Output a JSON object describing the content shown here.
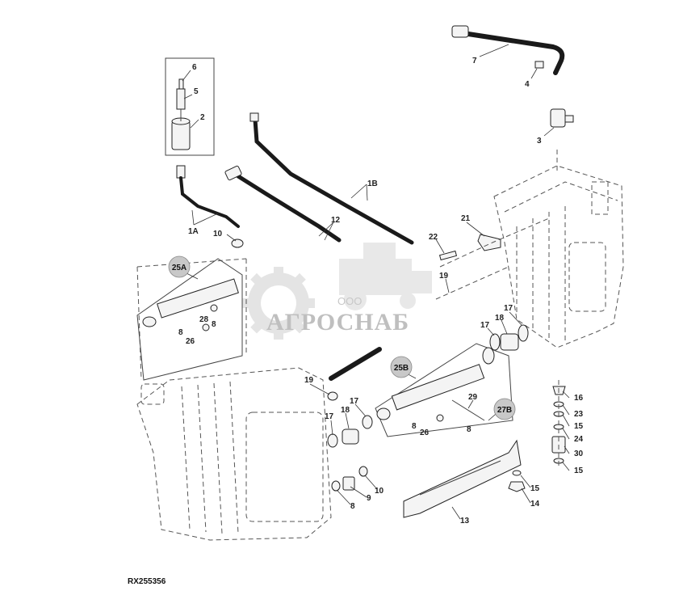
{
  "diagram": {
    "reference_code": "RX255356",
    "watermark": {
      "small_text": "ООО",
      "brand_text": "АГРОСНАБ"
    },
    "callouts": [
      {
        "id": "c6",
        "text": "6"
      },
      {
        "id": "c5",
        "text": "5"
      },
      {
        "id": "c2",
        "text": "2"
      },
      {
        "id": "c1A",
        "text": "1A"
      },
      {
        "id": "c10a",
        "text": "10"
      },
      {
        "id": "c7",
        "text": "7"
      },
      {
        "id": "c4",
        "text": "4"
      },
      {
        "id": "c3",
        "text": "3"
      },
      {
        "id": "c1B",
        "text": "1B"
      },
      {
        "id": "c12",
        "text": "12"
      },
      {
        "id": "c21",
        "text": "21"
      },
      {
        "id": "c22",
        "text": "22"
      },
      {
        "id": "c19a",
        "text": "19"
      },
      {
        "id": "c17a",
        "text": "17"
      },
      {
        "id": "c18a",
        "text": "18"
      },
      {
        "id": "c17b",
        "text": "17"
      },
      {
        "id": "c28",
        "text": "28"
      },
      {
        "id": "c8a",
        "text": "8"
      },
      {
        "id": "c8b",
        "text": "8"
      },
      {
        "id": "c26a",
        "text": "26"
      },
      {
        "id": "c19b",
        "text": "19"
      },
      {
        "id": "c17c",
        "text": "17"
      },
      {
        "id": "c18b",
        "text": "18"
      },
      {
        "id": "c17d",
        "text": "17"
      },
      {
        "id": "c29",
        "text": "29"
      },
      {
        "id": "c8c",
        "text": "8"
      },
      {
        "id": "c26b",
        "text": "26"
      },
      {
        "id": "c8d",
        "text": "8"
      },
      {
        "id": "c16",
        "text": "16"
      },
      {
        "id": "c23",
        "text": "23"
      },
      {
        "id": "c15a",
        "text": "15"
      },
      {
        "id": "c24",
        "text": "24"
      },
      {
        "id": "c30",
        "text": "30"
      },
      {
        "id": "c15b",
        "text": "15"
      },
      {
        "id": "c15c",
        "text": "15"
      },
      {
        "id": "c14",
        "text": "14"
      },
      {
        "id": "c13",
        "text": "13"
      },
      {
        "id": "c8e",
        "text": "8"
      },
      {
        "id": "c9",
        "text": "9"
      },
      {
        "id": "c10b",
        "text": "10"
      }
    ],
    "badges": [
      {
        "id": "b25A",
        "text": "25A"
      },
      {
        "id": "b25B",
        "text": "25B"
      },
      {
        "id": "b27B",
        "text": "27B"
      }
    ]
  }
}
